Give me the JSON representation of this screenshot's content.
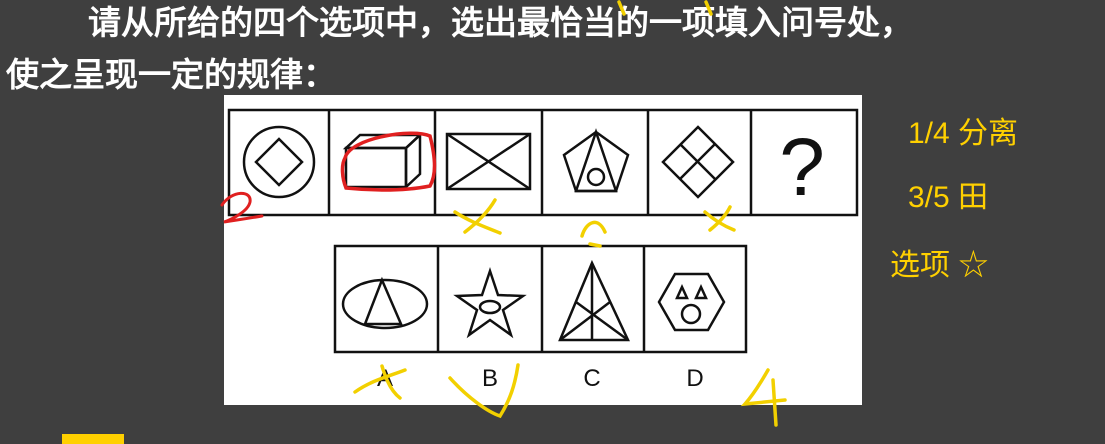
{
  "question": {
    "line1": "请从所给的四个选项中，选出最恰当的一项填入问号处，",
    "line2": "使之呈现一定的规律："
  },
  "question_mark": "?",
  "options": [
    {
      "label": "A"
    },
    {
      "label": "B"
    },
    {
      "label": "C"
    },
    {
      "label": "D"
    }
  ],
  "notes": [
    {
      "text": "1/4   分离"
    },
    {
      "text": "3/5  田"
    },
    {
      "text": "选项  ☆"
    }
  ],
  "colors": {
    "background": "#3f3f3f",
    "panel": "#ffffff",
    "note_yellow": "#ffd000",
    "red_annotation": "#e02020"
  }
}
